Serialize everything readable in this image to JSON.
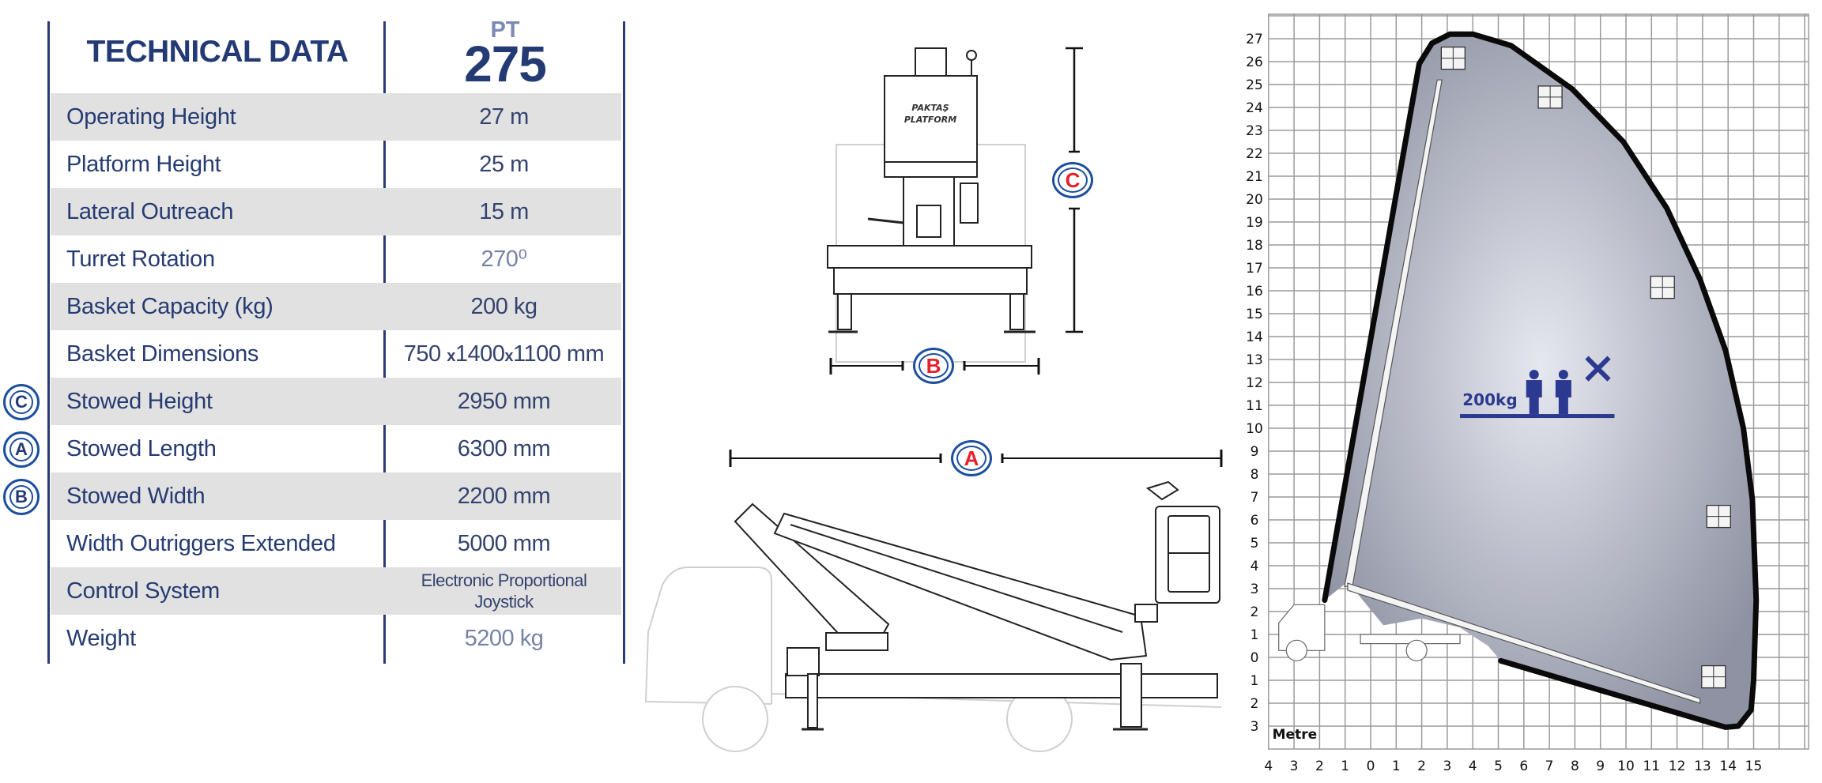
{
  "header": {
    "title": "TECHNICAL DATA",
    "model_prefix": "PT",
    "model_number": "275"
  },
  "rows": [
    {
      "label": "Operating Height",
      "value": "27 m"
    },
    {
      "label": "Platform Height",
      "value": "25 m"
    },
    {
      "label": "Lateral Outreach",
      "value": "15 m"
    },
    {
      "label": "Turret Rotation",
      "value": "270⁰"
    },
    {
      "label": "Basket Capacity (kg)",
      "value": "200 kg"
    },
    {
      "label": "Basket Dimensions",
      "value_parts": [
        "750 ",
        "x",
        "1400",
        "x",
        "1100 mm"
      ]
    },
    {
      "label": "Stowed Height",
      "value": "2950 mm",
      "badge": "C"
    },
    {
      "label": "Stowed Length",
      "value": "6300 mm",
      "badge": "A"
    },
    {
      "label": "Stowed Width",
      "value": "2200 mm",
      "badge": "B"
    },
    {
      "label": "Width Outriggers Extended",
      "value": "5000 mm"
    },
    {
      "label": "Control System",
      "value_lines": [
        "Electronic Proportional",
        "Joystick"
      ]
    },
    {
      "label": "Weight",
      "value": "5200 kg"
    }
  ],
  "drawings": {
    "dimension_labels": {
      "height": "C",
      "width": "B",
      "length": "A"
    },
    "platform_brand": [
      "PAKTAŞ",
      "PLATFORM"
    ]
  },
  "working_range": {
    "capacity_label": "200kg",
    "unit_label": "Metre",
    "y_ticks": [
      "27",
      "26",
      "25",
      "24",
      "23",
      "22",
      "21",
      "20",
      "19",
      "18",
      "17",
      "16",
      "15",
      "14",
      "13",
      "12",
      "11",
      "10",
      "9",
      "8",
      "7",
      "6",
      "5",
      "4",
      "3",
      "2",
      "1",
      "0",
      "1",
      "2",
      "3"
    ],
    "y_values": [
      27,
      26,
      25,
      24,
      23,
      22,
      21,
      20,
      19,
      18,
      17,
      16,
      15,
      14,
      13,
      12,
      11,
      10,
      9,
      8,
      7,
      6,
      5,
      4,
      3,
      2,
      1,
      0,
      -1,
      -2,
      -3
    ],
    "x_ticks": [
      "4",
      "3",
      "2",
      "1",
      "0",
      "1",
      "2",
      "3",
      "4",
      "5",
      "6",
      "7",
      "8",
      "9",
      "10",
      "11",
      "12",
      "13",
      "14",
      "15"
    ],
    "x_values": [
      -4,
      -3,
      -2,
      -1,
      0,
      1,
      2,
      3,
      4,
      5,
      6,
      7,
      8,
      9,
      10,
      11,
      12,
      13,
      14,
      15
    ],
    "max_height_m": 27,
    "max_outreach_m": 15,
    "envelope_m": [
      [
        -1.8,
        2.5
      ],
      [
        1.9,
        25.9
      ],
      [
        2.4,
        26.8
      ],
      [
        3.1,
        27.2
      ],
      [
        4.0,
        27.2
      ],
      [
        5.5,
        26.7
      ],
      [
        7.9,
        24.8
      ],
      [
        9.9,
        22.5
      ],
      [
        11.6,
        19.6
      ],
      [
        12.9,
        16.5
      ],
      [
        13.9,
        13.4
      ],
      [
        14.6,
        10
      ],
      [
        14.95,
        6.9
      ],
      [
        15.1,
        2.5
      ],
      [
        15.0,
        -1
      ],
      [
        14.9,
        -2.3
      ],
      [
        14.4,
        -3.0
      ],
      [
        13.9,
        -3.05
      ],
      [
        5.1,
        -0.15
      ]
    ],
    "basket_positions_m": [
      [
        3.2,
        25.6
      ],
      [
        7.0,
        23.9
      ],
      [
        11.4,
        15.6
      ],
      [
        13.6,
        5.6
      ],
      [
        13.4,
        -1.4
      ]
    ],
    "colors": {
      "navy": "#2b3990",
      "envelope_stroke": "#0a0a0a"
    }
  }
}
